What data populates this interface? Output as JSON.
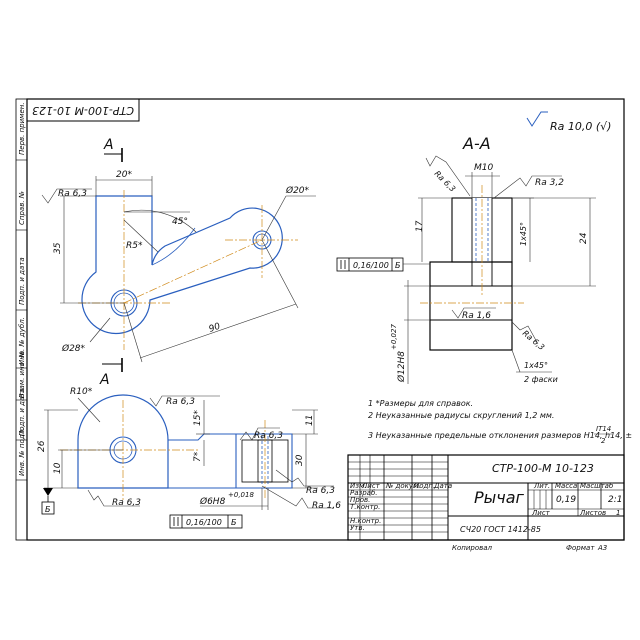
{
  "sheet": {
    "mirrored_code": "СТР-100-М 10-123",
    "surface_roughness_general": "Ra 10,0 (√)",
    "section_label": "А-А",
    "view_arrow_label_top": "А",
    "view_arrow_label_bottom": "А"
  },
  "side_stamp": [
    "Перв. примен.",
    "Справ. №",
    "Подп. и дата",
    "Инв. № дубл.",
    "Взам. инв. №",
    "Подп. и дата",
    "Инв. № подл."
  ],
  "front_view": {
    "dims": {
      "top_width": "20*",
      "roughness_left": "Ra 6,3",
      "height_35": "35",
      "radius_25": "R5*",
      "angle_45": "45°",
      "dia_20": "Ø20*",
      "length_90": "90",
      "dia_28": "Ø28*"
    }
  },
  "section_view": {
    "dims": {
      "thread": "M10",
      "ra_top_left": "Ra 6,3",
      "ra_top_right": "Ra 3,2",
      "dim_17": "17",
      "chamfer_top": "1х45°",
      "dim_24": "24",
      "tolerance_frame": "0,16/100",
      "tolerance_datum": "Б",
      "ra_bore": "Ra 1,6",
      "bore_dia": "Ø12H8",
      "bore_tol": "+0,027",
      "ra_right": "Ra 6,3",
      "chamfer_bottom": "1х45°",
      "chamfer_count": "2 фаски"
    }
  },
  "bottom_view": {
    "dims": {
      "radius_10": "R10*",
      "ra_top": "Ra 6,3",
      "dim_26": "26",
      "dim_10": "10",
      "dim_15": "15*",
      "dim_7": "7*",
      "dim_11": "11",
      "dim_30": "30",
      "ra_slot": "Ra 6,3",
      "ra_bottom": "Ra 6,3",
      "ra_hole": "Ra 1,6",
      "ra_base": "Ra 6,3",
      "hole_dia": "Ø6H8",
      "hole_tol": "+0,018",
      "datum": "Б",
      "tolerance_frame": "0,16/100",
      "tolerance_datum": "Б"
    }
  },
  "notes": [
    "1  *Размеры для справок.",
    "2  Неуказанные радиусы скруглений 1,2 мм.",
    "3  Неуказанные предельные отклонения размеров Н14, h14, ±"
  ],
  "notes_fraction": {
    "num": "IT14",
    "den": "2"
  },
  "title_block": {
    "doc_code": "СТР-100-М 10-123",
    "part_name": "Рычаг",
    "material": "СЧ20 ГОСТ 1412-85",
    "col_lit": "Лит.",
    "col_mass": "Масса",
    "col_scale": "Масштаб",
    "mass_value": "0,19",
    "scale_value": "2:1",
    "sheet_label": "Лист",
    "sheets_label": "Листов",
    "sheets_value": "1",
    "rev_headers": [
      "Изм.",
      "Лист",
      "№ докум.",
      "Подп.",
      "Дата"
    ],
    "roles": [
      "Разраб.",
      "Пров.",
      "Т.контр.",
      "",
      "Н.контр.",
      "Утв."
    ],
    "copied": "Копировал",
    "format_label": "Формат",
    "format_value": "А3"
  }
}
